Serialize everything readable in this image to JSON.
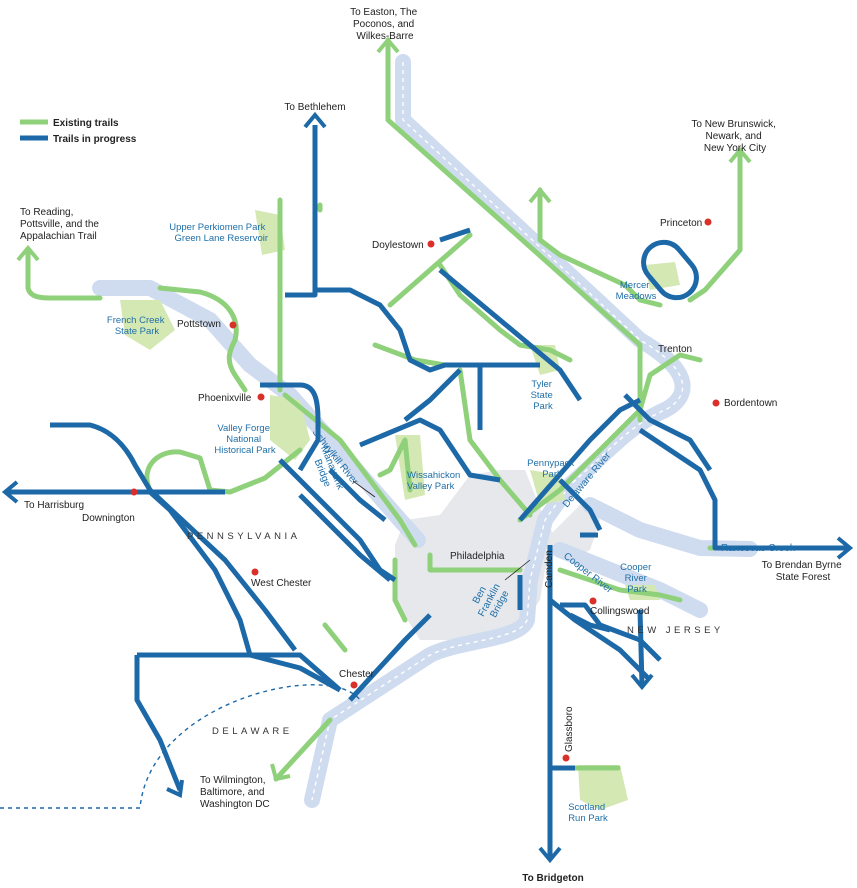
{
  "legend": {
    "existing_label": "Existing trails",
    "progress_label": "Trails in progress",
    "existing_color": "#8fd07a",
    "progress_color": "#1d69a8"
  },
  "destinations": {
    "easton": [
      "To Easton, The",
      "Poconos, and",
      "Wilkes-Barre"
    ],
    "bethlehem": "To Bethlehem",
    "reading": [
      "To Reading,",
      "Pottsville, and the",
      "Appalachian Trail"
    ],
    "new_brunswick": [
      "To New Brunswick,",
      "Newark, and",
      "New York City"
    ],
    "harrisburg": "To Harrisburg",
    "brendan_byrne": [
      "To Brendan Byrne",
      "State Forest"
    ],
    "wilmington": [
      "To Wilmington,",
      "Baltimore, and",
      "Washington DC"
    ],
    "bridgeton": "To Bridgeton"
  },
  "towns": {
    "doylestown": "Doylestown",
    "princeton": "Princeton",
    "pottstown": "Pottstown",
    "trenton": "Trenton",
    "phoenixville": "Phoenixville",
    "bordentown": "Bordentown",
    "downington": "Downington",
    "west_chester": "West Chester",
    "philadelphia": "Philadelphia",
    "camden": "Camden",
    "collingswood": "Collingswood",
    "chester": "Chester",
    "glassboro": "Glassboro"
  },
  "parks": {
    "upper_perkiomen": [
      "Upper Perkiomen Park",
      "Green Lane Reservoir"
    ],
    "french_creek": [
      "French Creek",
      "State Park"
    ],
    "mercer_meadows": [
      "Mercer",
      "Meadows"
    ],
    "tyler": [
      "Tyler",
      "State",
      "Park"
    ],
    "valley_forge": [
      "Valley Forge",
      "National",
      "Historical Park"
    ],
    "wissahickon": [
      "Wissahickon",
      "Valley Park"
    ],
    "pennypack": [
      "Pennypack",
      "Park"
    ],
    "cooper_river_park": [
      "Cooper",
      "River",
      "Park"
    ],
    "scotland_run": [
      "Scotland",
      "Run Park"
    ]
  },
  "features": {
    "schuylkill": "Schuylkill River",
    "manayunk": [
      "Manayunk",
      "Bridge"
    ],
    "delaware_river": "Delaware River",
    "rancocas": "Rancocas Creek",
    "cooper_river": "Cooper River",
    "ben_franklin": [
      "Ben",
      "Franklin",
      "Bridge"
    ]
  },
  "states": {
    "pennsylvania": "PENNSYLVANIA",
    "new_jersey": "NEW JERSEY",
    "delaware": "DELAWARE"
  }
}
